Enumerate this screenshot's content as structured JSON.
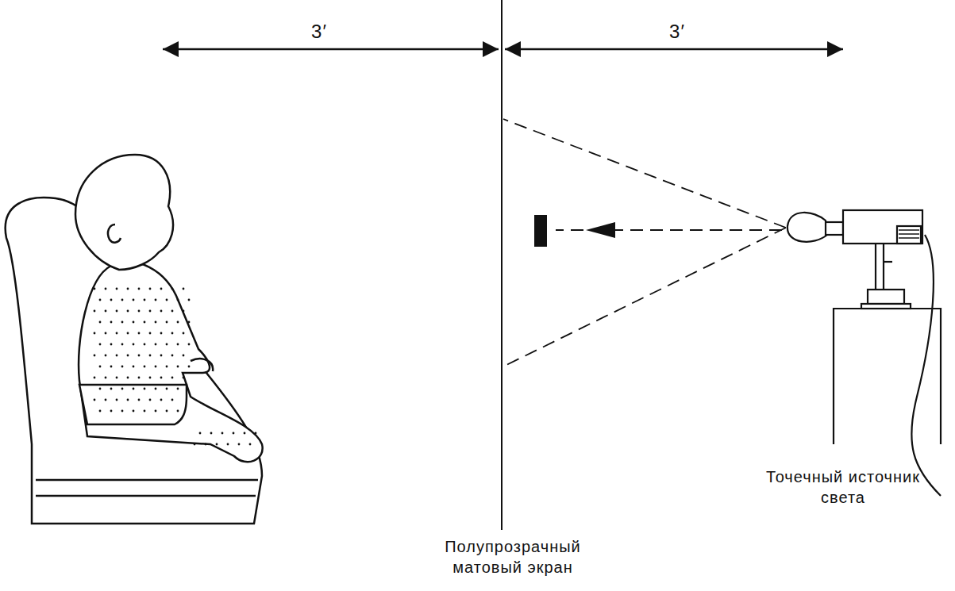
{
  "diagram": {
    "labels": [
      "3′",
      "3′",
      "Полупрозрачный матовый экран",
      "Точечный источник света"
    ]
  }
}
